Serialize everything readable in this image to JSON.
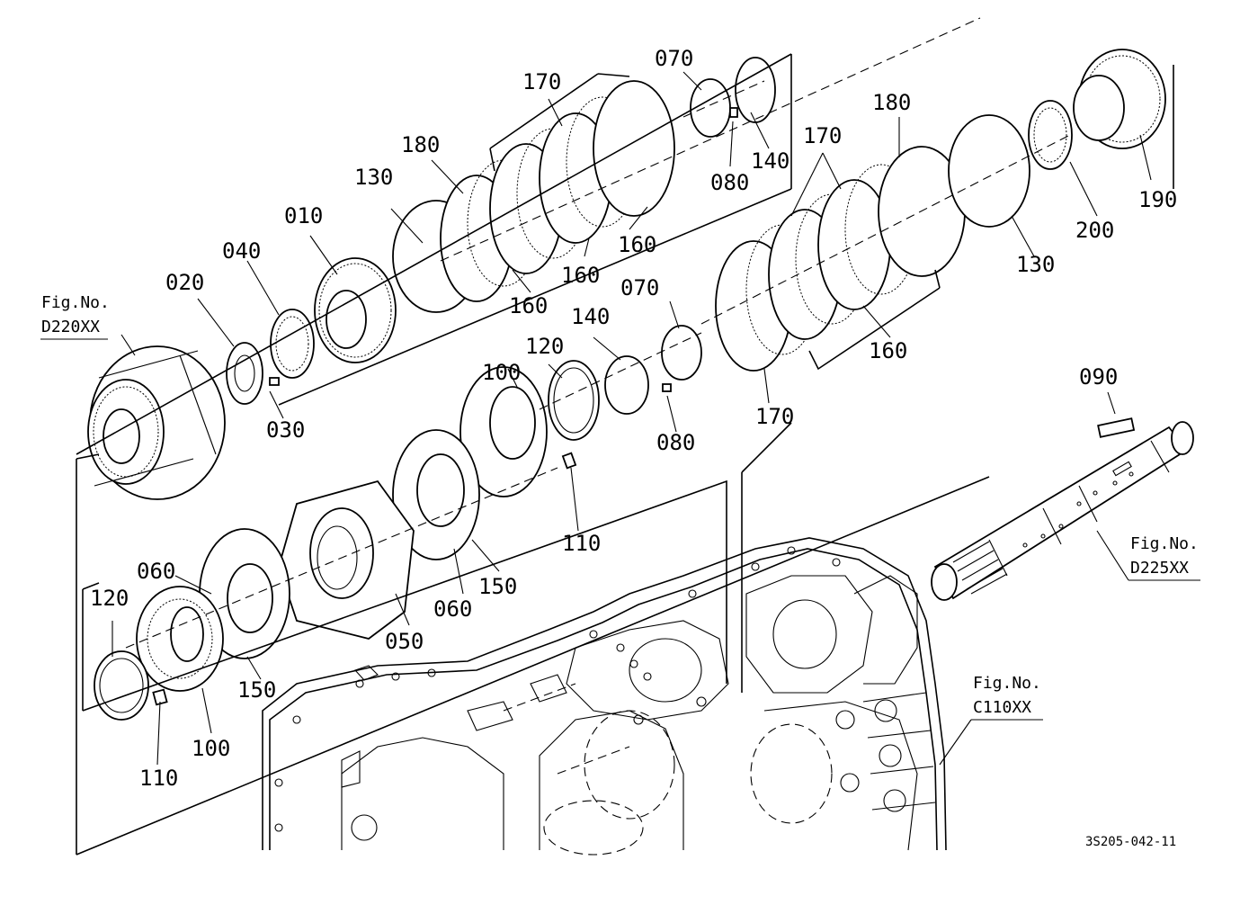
{
  "labels": {
    "l010": "010",
    "l020": "020",
    "l030": "030",
    "l040": "040",
    "l050": "050",
    "l060a": "060",
    "l060b": "060",
    "l070a": "070",
    "l070b": "070",
    "l080a": "080",
    "l080b": "080",
    "l090": "090",
    "l100a": "100",
    "l100b": "100",
    "l110a": "110",
    "l110b": "110",
    "l120a": "120",
    "l120b": "120",
    "l130a": "130",
    "l130b": "130",
    "l140a": "140",
    "l140b": "140",
    "l150a": "150",
    "l150b": "150",
    "l160a": "160",
    "l160b": "160",
    "l160c": "160",
    "l160d": "160",
    "l170a": "170",
    "l170b": "170",
    "l170c": "170",
    "l180a": "180",
    "l180b": "180",
    "l190": "190",
    "l200": "200"
  },
  "figrefs": {
    "d220": {
      "title": "Fig.No.",
      "code": "D220XX"
    },
    "d225": {
      "title": "Fig.No.",
      "code": "D225XX"
    },
    "c110": {
      "title": "Fig.No.",
      "code": "C110XX"
    }
  },
  "drawing_code": "3S205-042-11",
  "colors": {
    "ink": "#000000",
    "paper": "#ffffff"
  }
}
